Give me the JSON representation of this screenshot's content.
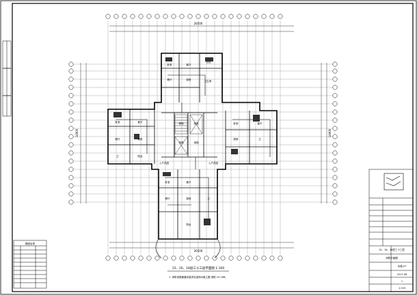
{
  "drawing": {
    "overall_dim_top": "26500",
    "overall_dim_bottom": "26500",
    "overall_dim_left": "14900",
    "overall_dim_right": "14900",
    "plan_title": "15、16、18层三十三层平面图 1:100",
    "plan_note": "1. 消防设施管道安装详见给排水施工图 消防-15-16B。",
    "room_labels": [
      "卧室",
      "客厅",
      "餐厅",
      "厨房",
      "卫生间",
      "阳台",
      "卧室",
      "客厅",
      "餐厅",
      "厨房",
      "卫",
      "阳台",
      "卧室",
      "客厅",
      "厨房",
      "卫",
      "电梯",
      "电梯",
      "前室",
      "楼梯",
      "卧室",
      "客厅",
      "餐厅",
      "厨房",
      "卫",
      "阳台",
      "入户花园",
      "入户花园"
    ],
    "title_block": {
      "project": "15、16、18层三十三层",
      "sheet_name": "消防平面图",
      "scale": "1:100",
      "date": "2011.08",
      "sheet_no": "1",
      "drawing_no": "水施-07"
    },
    "revision_table_header": "图纸目录"
  }
}
